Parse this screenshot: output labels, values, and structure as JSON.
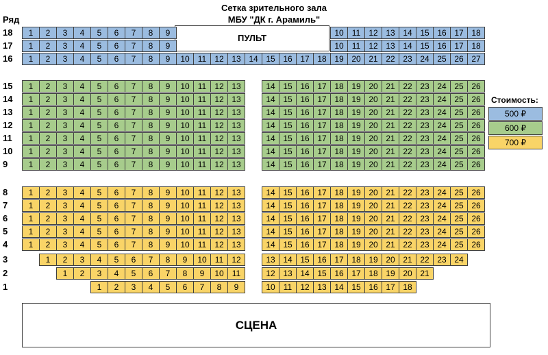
{
  "title_line1": "Сетка зрительного зала",
  "title_line2": "МБУ \"ДК г. Арамиль\"",
  "row_header": "Ряд",
  "control_desk_label": "ПУЛЬТ",
  "stage_label": "СЦЕНА",
  "legend": {
    "title": "Стоимость:",
    "items": [
      {
        "label": "500 ₽",
        "color": "#9bbce0"
      },
      {
        "label": "600 ₽",
        "color": "#a7cc8c"
      },
      {
        "label": "700 ₽",
        "color": "#f9d467"
      }
    ]
  },
  "rows": [
    {
      "row": "18",
      "price": "500 ₽",
      "blocks": [
        {
          "from": 1,
          "to": 9
        },
        {
          "from": 10,
          "to": 18
        }
      ]
    },
    {
      "row": "17",
      "price": "500 ₽",
      "blocks": [
        {
          "from": 1,
          "to": 9
        },
        {
          "from": 10,
          "to": 18
        }
      ]
    },
    {
      "row": "16",
      "price": "500 ₽",
      "blocks": [
        {
          "from": 1,
          "to": 27
        }
      ]
    },
    {
      "row": "15",
      "price": "600 ₽",
      "blocks": [
        {
          "from": 1,
          "to": 13
        },
        {
          "from": 14,
          "to": 26
        }
      ]
    },
    {
      "row": "14",
      "price": "600 ₽",
      "blocks": [
        {
          "from": 1,
          "to": 13
        },
        {
          "from": 14,
          "to": 26
        }
      ]
    },
    {
      "row": "13",
      "price": "600 ₽",
      "blocks": [
        {
          "from": 1,
          "to": 13
        },
        {
          "from": 14,
          "to": 26
        }
      ]
    },
    {
      "row": "12",
      "price": "600 ₽",
      "blocks": [
        {
          "from": 1,
          "to": 13
        },
        {
          "from": 14,
          "to": 26
        }
      ]
    },
    {
      "row": "11",
      "price": "600 ₽",
      "blocks": [
        {
          "from": 1,
          "to": 13
        },
        {
          "from": 14,
          "to": 26
        }
      ]
    },
    {
      "row": "10",
      "price": "600 ₽",
      "blocks": [
        {
          "from": 1,
          "to": 13
        },
        {
          "from": 14,
          "to": 26
        }
      ]
    },
    {
      "row": "9",
      "price": "600 ₽",
      "blocks": [
        {
          "from": 1,
          "to": 13
        },
        {
          "from": 14,
          "to": 26
        }
      ]
    },
    {
      "row": "8",
      "price": "700 ₽",
      "blocks": [
        {
          "from": 1,
          "to": 13
        },
        {
          "from": 14,
          "to": 26
        }
      ]
    },
    {
      "row": "7",
      "price": "700 ₽",
      "blocks": [
        {
          "from": 1,
          "to": 13
        },
        {
          "from": 14,
          "to": 26
        }
      ]
    },
    {
      "row": "6",
      "price": "700 ₽",
      "blocks": [
        {
          "from": 1,
          "to": 13
        },
        {
          "from": 14,
          "to": 26
        }
      ]
    },
    {
      "row": "5",
      "price": "700 ₽",
      "blocks": [
        {
          "from": 1,
          "to": 13
        },
        {
          "from": 14,
          "to": 26
        }
      ]
    },
    {
      "row": "4",
      "price": "700 ₽",
      "blocks": [
        {
          "from": 1,
          "to": 13
        },
        {
          "from": 14,
          "to": 26
        }
      ]
    },
    {
      "row": "3",
      "price": "700 ₽",
      "blocks": [
        {
          "from": 1,
          "to": 12
        },
        {
          "from": 13,
          "to": 24
        }
      ]
    },
    {
      "row": "2",
      "price": "700 ₽",
      "blocks": [
        {
          "from": 1,
          "to": 11
        },
        {
          "from": 12,
          "to": 21
        }
      ]
    },
    {
      "row": "1",
      "price": "700 ₽",
      "blocks": [
        {
          "from": 1,
          "to": 9
        },
        {
          "from": 10,
          "to": 18
        }
      ]
    }
  ]
}
